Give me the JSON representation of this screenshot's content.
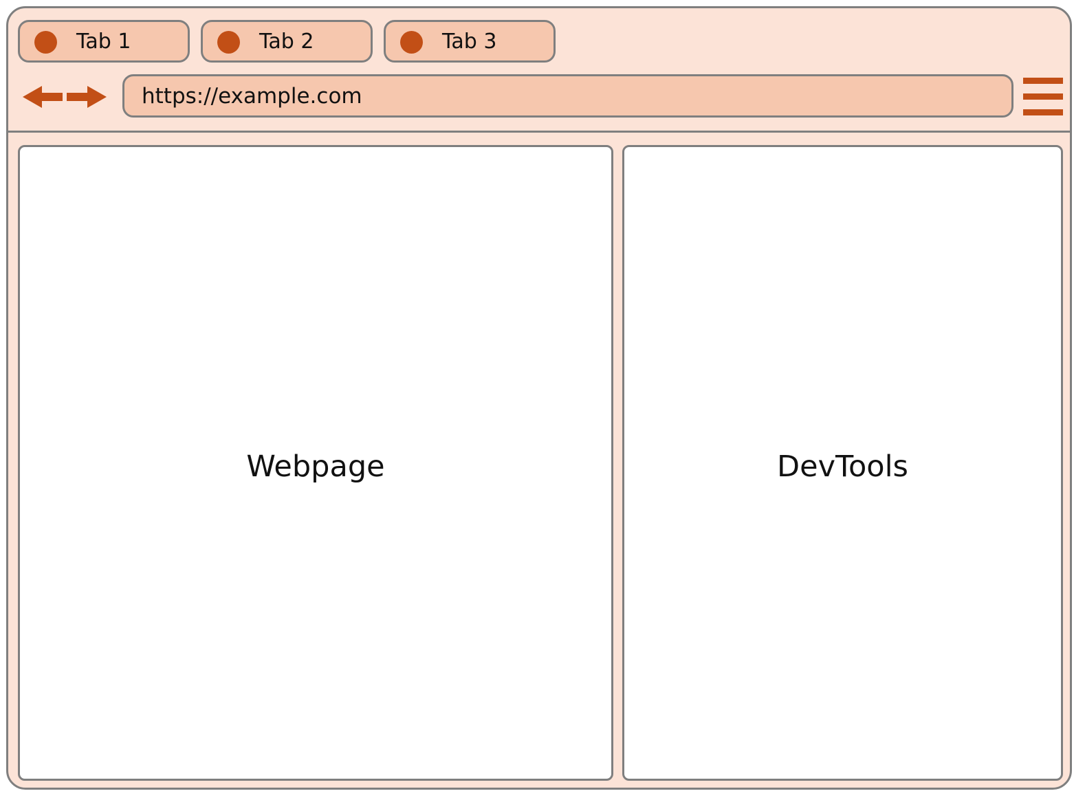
{
  "colors": {
    "window_bg": "#fce3d7",
    "tab_bg": "#f6c7ae",
    "accent": "#c24f16",
    "border": "#7f7f7f",
    "pane_bg": "#ffffff"
  },
  "tabs": [
    {
      "label": "Tab 1",
      "icon": "circle-icon"
    },
    {
      "label": "Tab 2",
      "icon": "circle-icon"
    },
    {
      "label": "Tab 3",
      "icon": "circle-icon"
    }
  ],
  "toolbar": {
    "back_icon": "arrow-left-icon",
    "forward_icon": "arrow-right-icon",
    "address": "https://example.com",
    "menu_icon": "hamburger-menu-icon"
  },
  "panes": {
    "left": {
      "label": "Webpage"
    },
    "right": {
      "label": "DevTools"
    }
  }
}
